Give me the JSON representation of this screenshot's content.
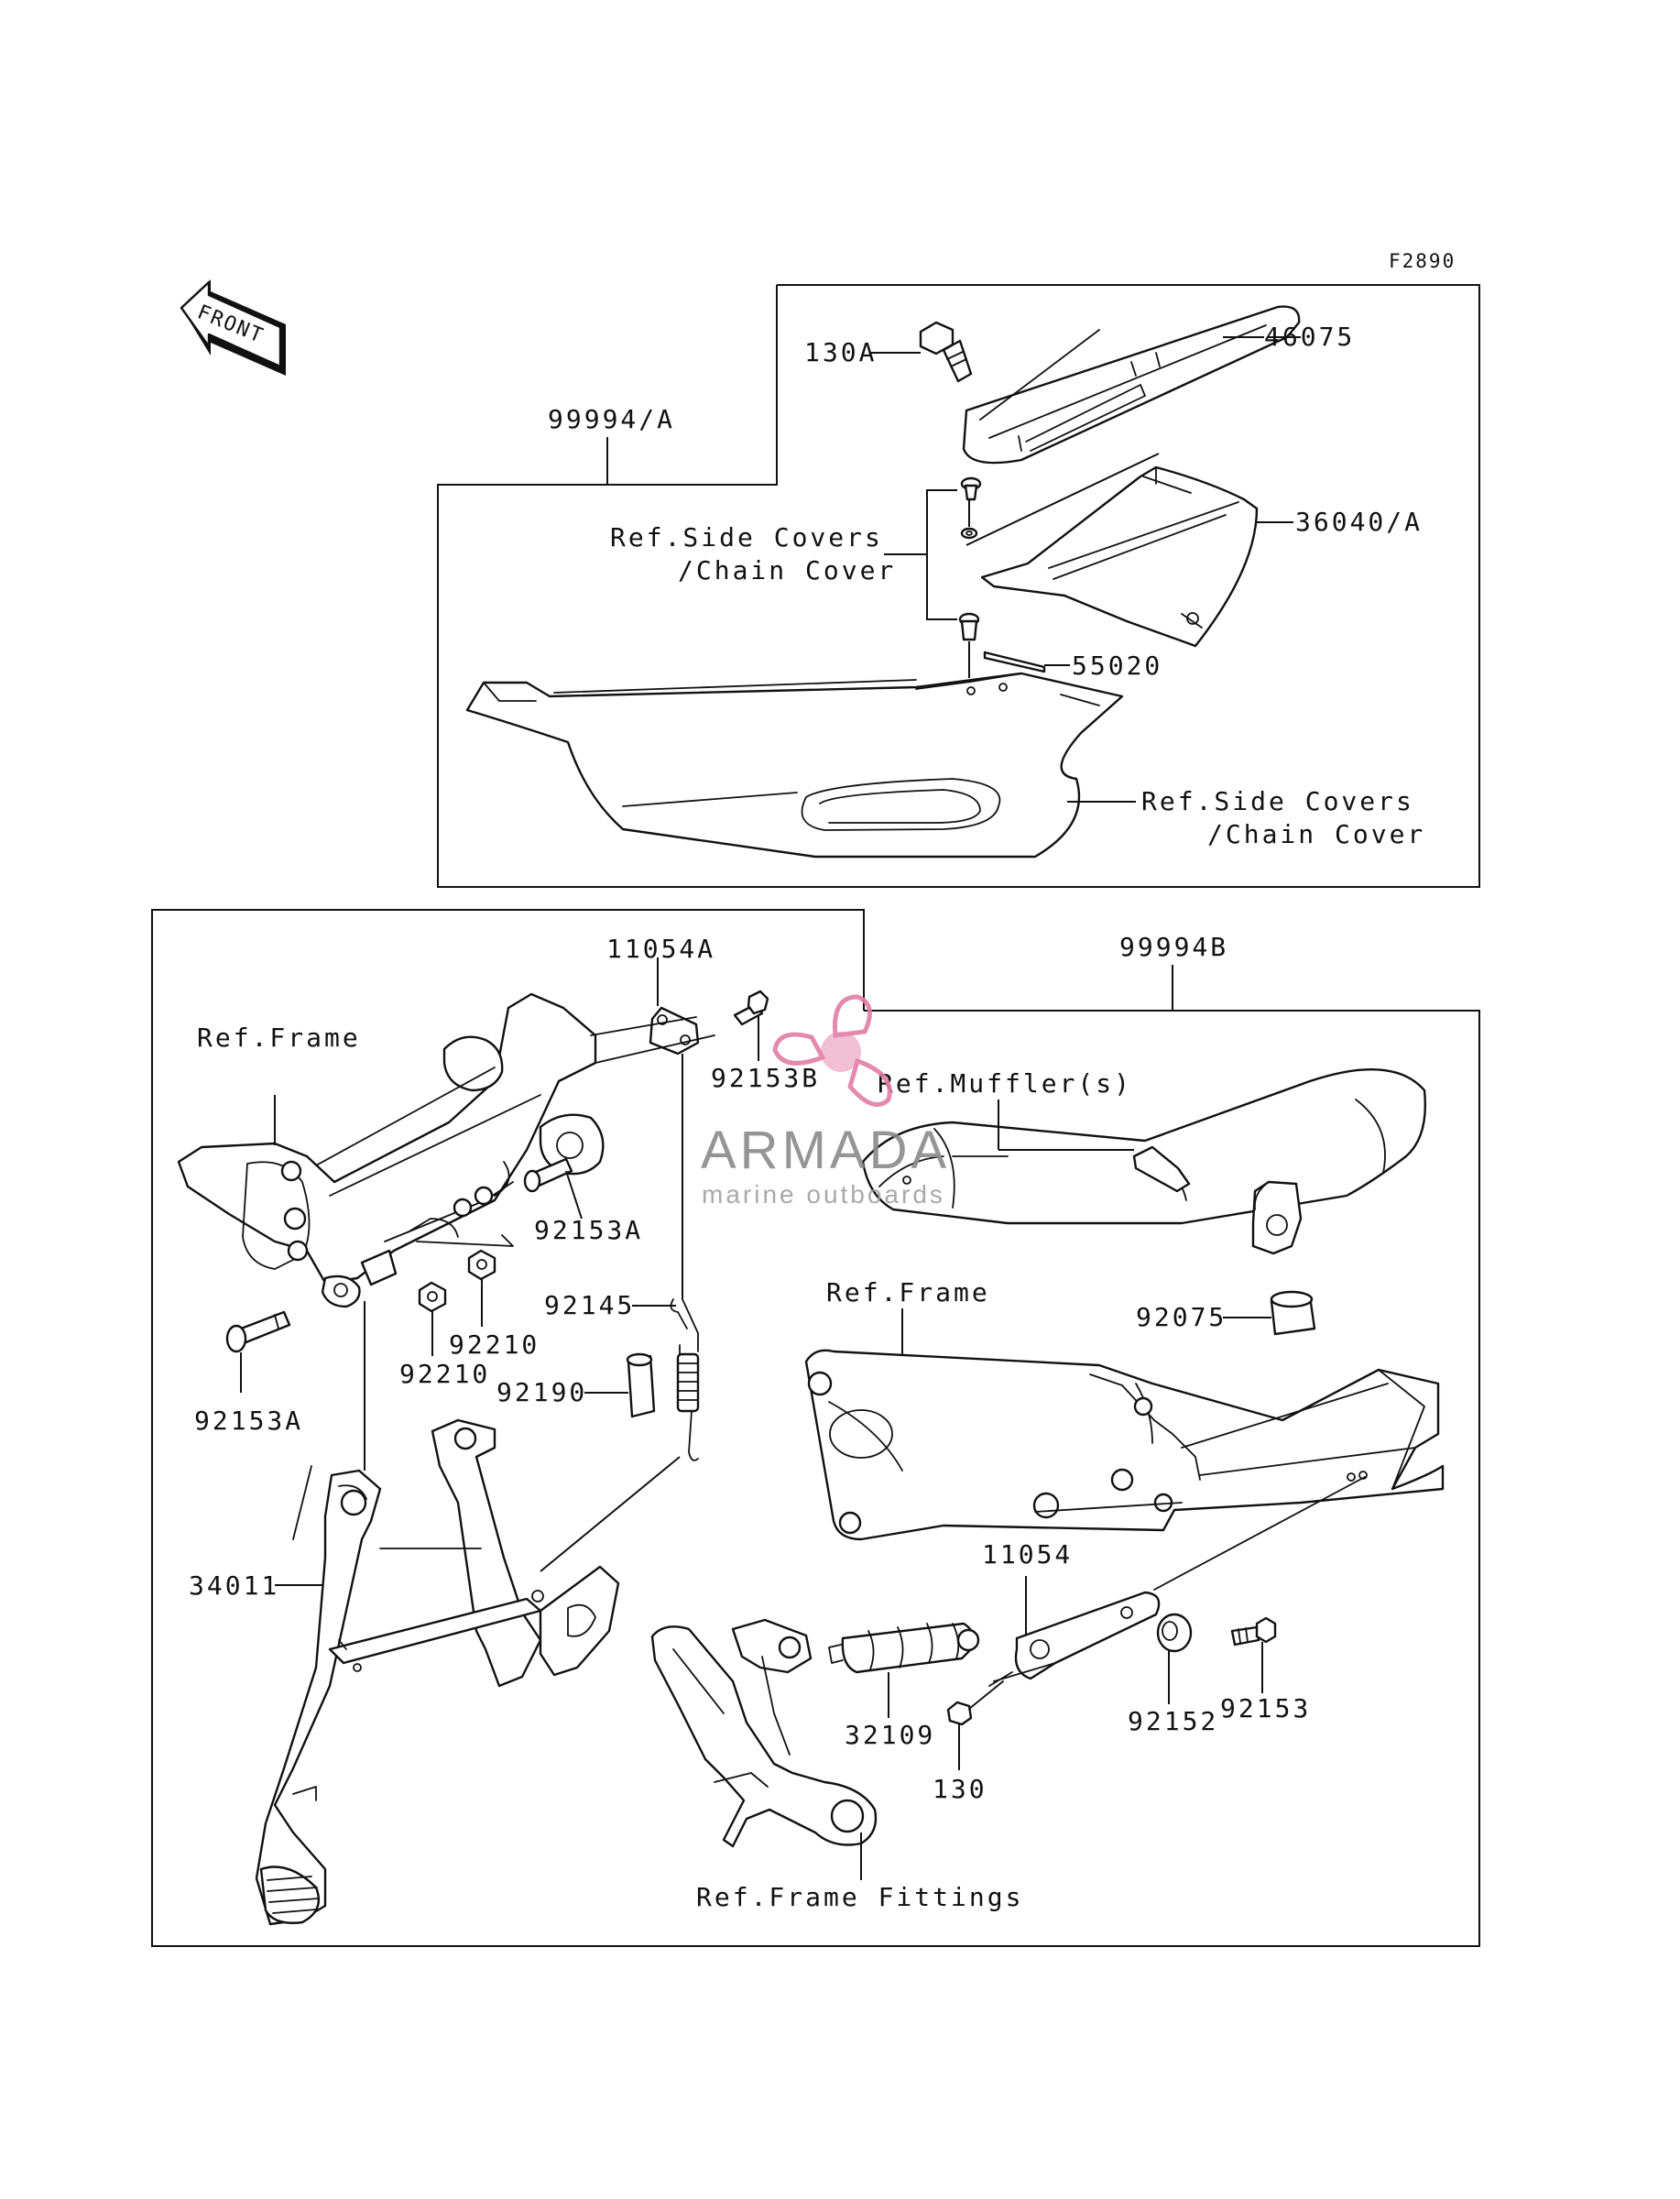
{
  "figure_code": "F2890",
  "front_arrow": {
    "label": "FRONT",
    "icon": "front-direction-arrow-icon"
  },
  "parts": {
    "p99994A": "99994/A",
    "p130A": "130A",
    "p46075": "46075",
    "p36040A": "36040/A",
    "p55020": "55020",
    "p11054A": "11054A",
    "p92153B": "92153B",
    "p99994B": "99994B",
    "p92153A_top": "92153A",
    "p92153A_bottom": "92153A",
    "p92145": "92145",
    "p92210_right": "92210",
    "p92210_left": "92210",
    "p92190": "92190",
    "p34011": "34011",
    "p92075": "92075",
    "p11054": "11054",
    "p32109": "32109",
    "p130": "130",
    "p92152": "92152",
    "p92153": "92153"
  },
  "refs": {
    "side_covers_1_line1": "Ref.Side Covers",
    "side_covers_1_line2": "/Chain Cover",
    "side_covers_2_line1": "Ref.Side Covers",
    "side_covers_2_line2": "/Chain Cover",
    "frame_left": "Ref.Frame",
    "frame_right": "Ref.Frame",
    "mufflers": "Ref.Muffler(s)",
    "frame_fittings": "Ref.Frame Fittings"
  },
  "watermark": {
    "brand": "ARMADA",
    "tagline": "marine outboards",
    "icon": "propeller-logo-icon",
    "colors": {
      "logo": "#e17ea6",
      "text": "#8a8a8a"
    }
  }
}
